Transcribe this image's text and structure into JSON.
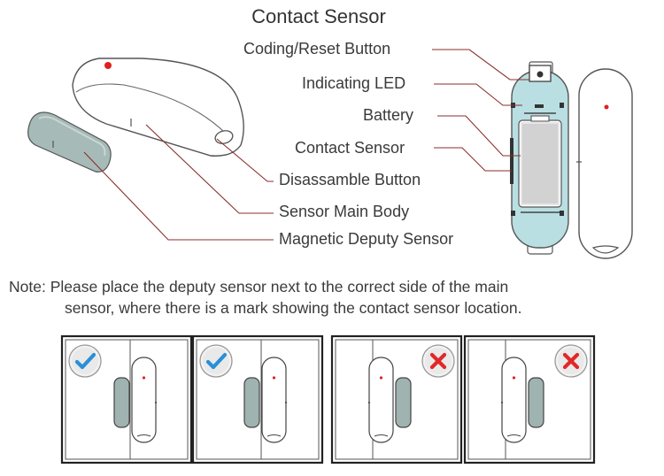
{
  "title": "Contact Sensor",
  "labels": {
    "coding_reset": "Coding/Reset Button",
    "indicating_led": "Indicating LED",
    "battery": "Battery",
    "contact_sensor": "Contact Sensor",
    "disassemble_button": "Disassamble Button",
    "main_body": "Sensor Main Body",
    "deputy_sensor": "Magnetic Deputy Sensor"
  },
  "note": {
    "line1": "Note: Please place the deputy sensor next to the correct side of the main",
    "line2": "sensor, where there is a mark showing the contact sensor location."
  },
  "placements": [
    {
      "status": "correct",
      "icon": "check-icon"
    },
    {
      "status": "correct",
      "icon": "check-icon"
    },
    {
      "status": "incorrect",
      "icon": "cross-icon"
    },
    {
      "status": "incorrect",
      "icon": "cross-icon"
    }
  ],
  "colors": {
    "line": "#8b2d2d",
    "teal": "#b9dfe3",
    "deputy": "#9fb3b0",
    "led_red": "#e02020",
    "check_blue": "#2a8fd6",
    "cross_red": "#e02828"
  }
}
